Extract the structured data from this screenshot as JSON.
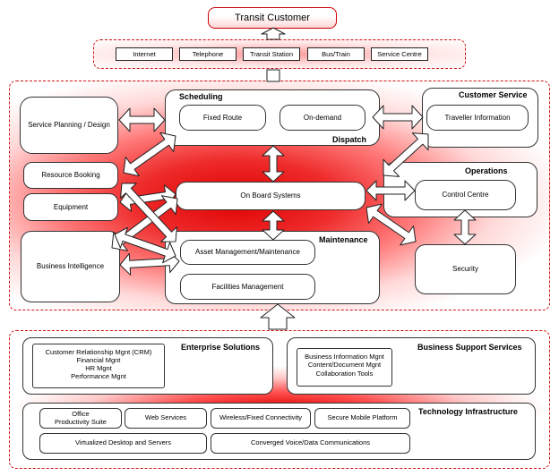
{
  "customer": {
    "title": "Transit Customer"
  },
  "channels": [
    "Internet",
    "Telephone",
    "Transit Station",
    "Bus/Train",
    "Service Centre"
  ],
  "core": {
    "scheduling": {
      "title": "Scheduling",
      "fixed": "Fixed Route",
      "ondemand": "On-demand",
      "dispatch": "Dispatch"
    },
    "customer_service": {
      "title": "Customer Service",
      "traveller": "Traveller Information"
    },
    "left": {
      "planning": "Service Planning / Design",
      "booking": "Resource Booking",
      "equipment": "Equipment",
      "bi": "Business Intelligence"
    },
    "onboard": "On Board Systems",
    "operations": {
      "title": "Operations",
      "control": "Control Centre"
    },
    "maintenance": {
      "title": "Maintenance",
      "asset": "Asset Management/Maintenance",
      "facilities": "Facilities Management"
    },
    "security": "Security"
  },
  "enterprise": {
    "title": "Enterprise Solutions",
    "items": [
      "Customer Relationship Mgnt (CRM)",
      "Financial Mgnt",
      "HR Mgnt",
      "Performance Mgnt"
    ]
  },
  "business_support": {
    "title": "Business Support Services",
    "items": [
      "Business Information Mgnt",
      "Content/Document Mgnt",
      "Collaboration Tools"
    ]
  },
  "tech": {
    "title": "Technology Infrastructure",
    "office": "Office Productivity Suite",
    "web": "Web Services",
    "wireless": "Wireless/Fixed Connectivity",
    "mobile": "Secure Mobile Platform",
    "vdesk": "Virtualized Desktop and Servers",
    "voice": "Converged Voice/Data Communications"
  },
  "colors": {
    "accent": "#e00000",
    "dash": "#d01010"
  }
}
